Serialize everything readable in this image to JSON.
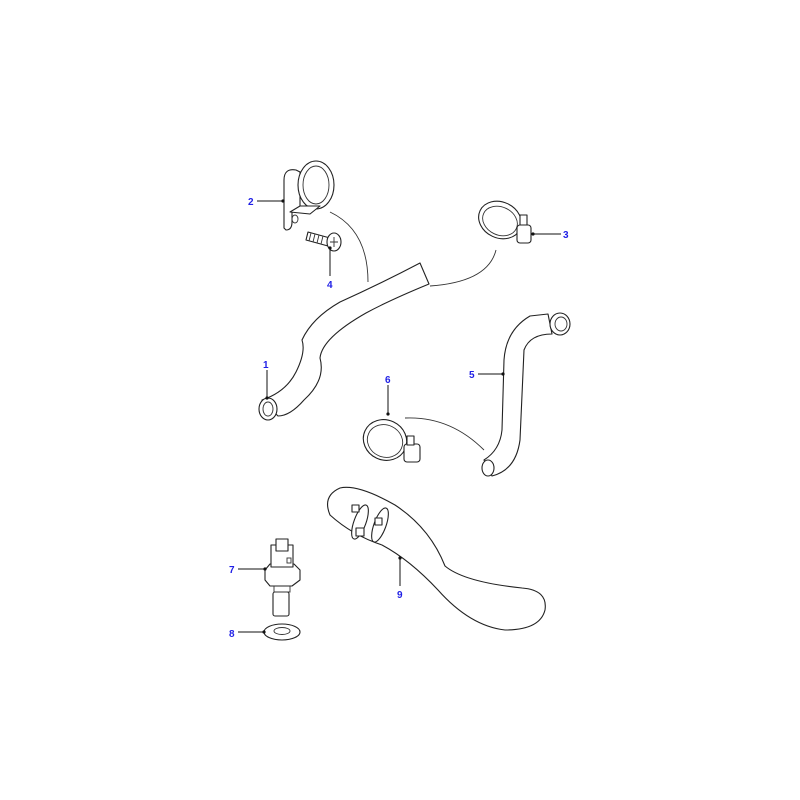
{
  "diagram": {
    "label_color": "#1f1fe6",
    "callouts": [
      {
        "number": "1",
        "part": "hose"
      },
      {
        "number": "2",
        "part": "hose-bracket"
      },
      {
        "number": "3",
        "part": "hose-clamp"
      },
      {
        "number": "4",
        "part": "screw"
      },
      {
        "number": "5",
        "part": "hose"
      },
      {
        "number": "6",
        "part": "hose-clamp"
      },
      {
        "number": "7",
        "part": "temperature-sensor"
      },
      {
        "number": "8",
        "part": "sealing-washer"
      },
      {
        "number": "9",
        "part": "hose-with-clamps"
      }
    ]
  }
}
